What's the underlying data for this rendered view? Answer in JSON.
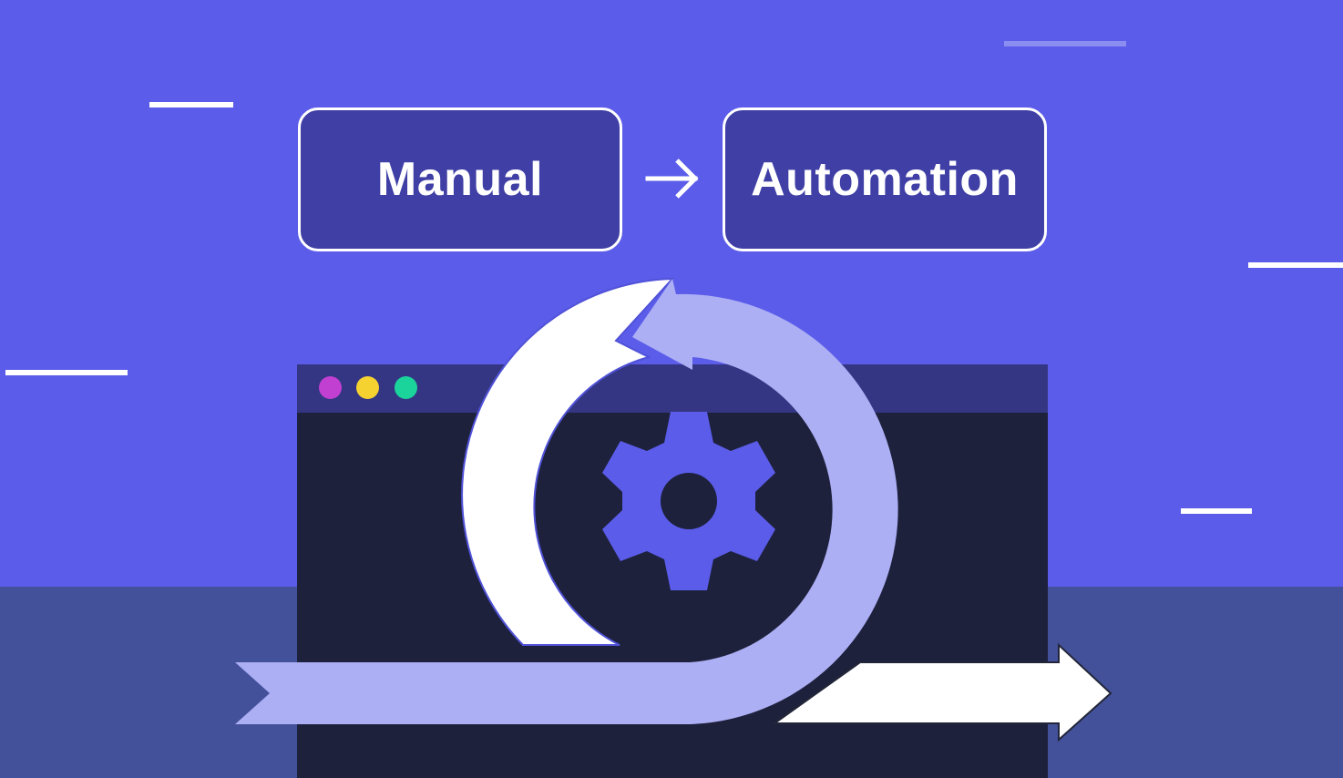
{
  "flow": {
    "from_label": "Manual",
    "to_label": "Automation"
  },
  "icons": {
    "flow_arrow": "arrow-right-icon",
    "cycle": "cycle-arrow-icon",
    "gear": "gear-icon"
  },
  "window": {
    "controls": [
      "magenta-dot",
      "yellow-dot",
      "green-dot"
    ]
  },
  "colors": {
    "background": "#5b5ce9",
    "floor": "#43519b",
    "box_fill": "#3f3fa6",
    "window_body": "#1d213c",
    "titlebar": "#343683",
    "dot_magenta": "#c13fd1",
    "dot_yellow": "#f6d231",
    "dot_green": "#1bd49b",
    "cycle_light": "#adaff5",
    "cycle_white": "#ffffff"
  }
}
